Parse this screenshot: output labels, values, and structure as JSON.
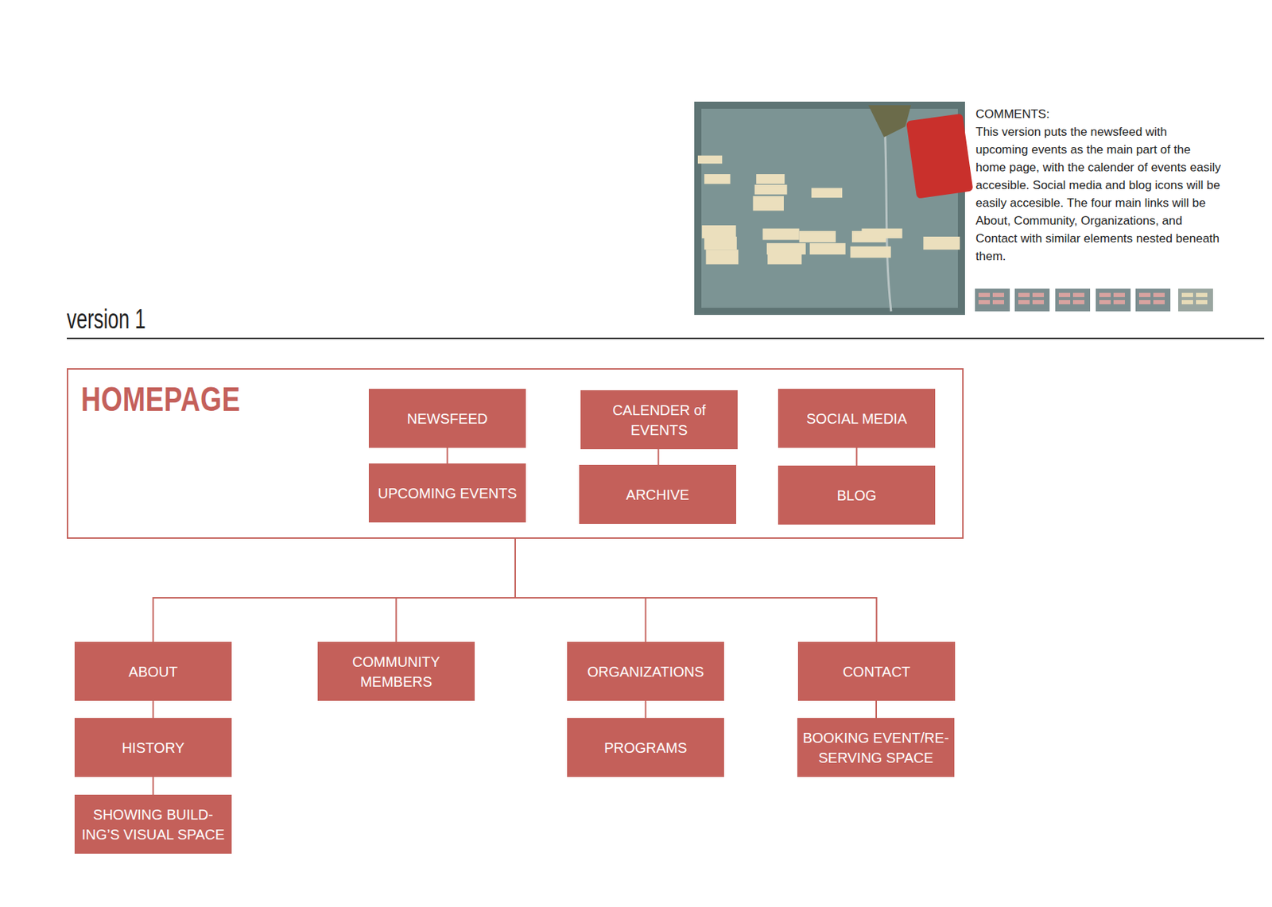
{
  "diagram": {
    "title": "version 1",
    "nodes": [
      {
        "text": [
          "HOMEPAGE"
        ]
      },
      {
        "text": [
          "NEWSFEED"
        ],
        "in": 0
      },
      {
        "text": [
          "CALENDER of EVENTS"
        ],
        "in": 0
      },
      {
        "text": [
          "SOCIAL MEDIA"
        ],
        "in": 0
      },
      {
        "text": [
          "UPCOMING EVENTS"
        ],
        "in": 0
      },
      {
        "text": [
          "ARCHIVE"
        ],
        "in": 0
      },
      {
        "text": [
          "BLOG"
        ],
        "in": 0
      },
      {
        "text": [
          "ABOUT"
        ]
      },
      {
        "text": [
          "COMMUNITY MEMBERS"
        ]
      },
      {
        "text": [
          "ORGANIZATIONS"
        ]
      },
      {
        "text": [
          "CONTACT"
        ]
      },
      {
        "text": [
          "HISTORY"
        ]
      },
      {
        "text": [
          "PROGRAMS"
        ]
      },
      {
        "text": [
          "BOOKING EVENT/RE- SERVING SPACE"
        ]
      },
      {
        "text": [
          "SHOWING BUILD- ING’S VISUAL SPACE"
        ]
      }
    ],
    "edges": [
      {
        "from": 1,
        "to": 4,
        "arrow": "none"
      },
      {
        "from": 2,
        "to": 5,
        "arrow": "none"
      },
      {
        "from": 3,
        "to": 6,
        "arrow": "none"
      },
      {
        "from": 0,
        "to": 7,
        "arrow": "none"
      },
      {
        "from": 0,
        "to": 8,
        "arrow": "none"
      },
      {
        "from": 0,
        "to": 9,
        "arrow": "none"
      },
      {
        "from": 0,
        "to": 10,
        "arrow": "none"
      },
      {
        "from": 7,
        "to": 11,
        "arrow": "none"
      },
      {
        "from": 11,
        "to": 14,
        "arrow": "none"
      },
      {
        "from": 9,
        "to": 12,
        "arrow": "none"
      },
      {
        "from": 10,
        "to": 13,
        "arrow": "none"
      }
    ],
    "labels": [
      "COMMENTS:",
      "This version puts the newsfeed with upcoming events as the main part of the home page, with the calender of events easily accesible. Social media and blog icons will be easily accesible. The four main links will be About, Community, Organizations, and Contact with similar elements nested beneath them."
    ]
  }
}
